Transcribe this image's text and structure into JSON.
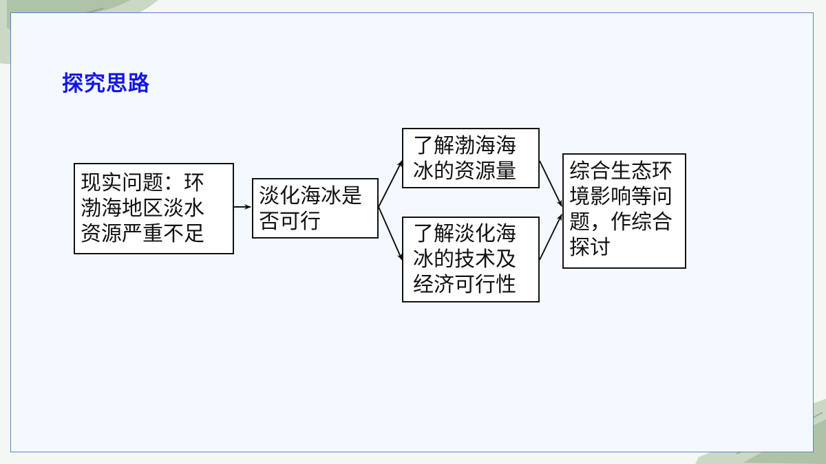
{
  "section_title": "探究思路",
  "flow": {
    "problem": "现实问题：环\n渤海地区淡水\n资源严重不足",
    "feasibility": "淡化海冰是\n否可行",
    "branch_top": "了解渤海海\n冰的资源量",
    "branch_bottom": "了解淡化海\n冰的技术及\n经济可行性",
    "conclusion": "综合生态环\n境影响等问\n题，作综合\n探讨"
  },
  "colors": {
    "title": "#1515e6",
    "panel_border": "#5a83c4",
    "box_border": "#111111",
    "leaf": "#9fb996"
  },
  "icons": [
    "leaf-decoration-top-left",
    "leaf-decoration-bottom-right"
  ]
}
